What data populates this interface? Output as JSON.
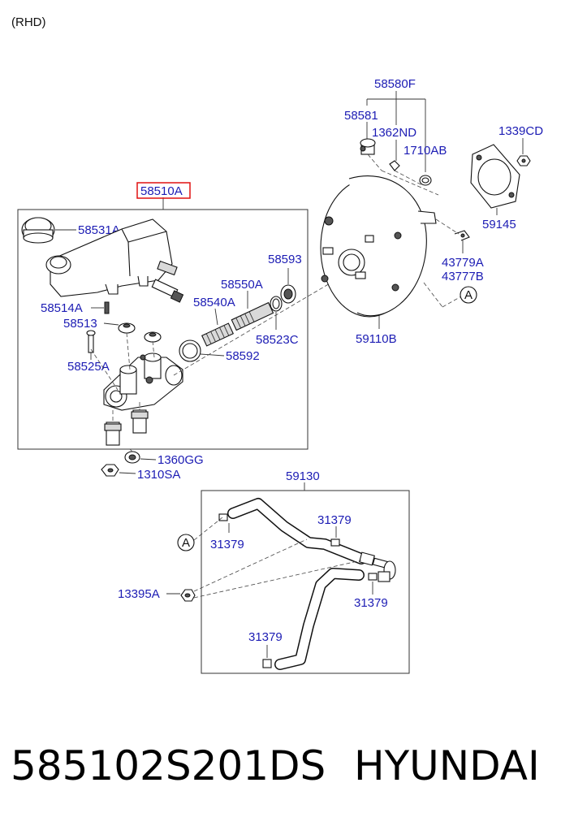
{
  "diagram": {
    "variant_note": "(RHD)",
    "callouts": {
      "assembly": "58510A",
      "reservoir_cap": "58531A",
      "spring_pin": "58514A",
      "grommet": "58513",
      "bolt": "58525A",
      "seal_outer": "58593",
      "piston_primary": "58550A",
      "piston_secondary": "58540A",
      "seal_inner": "58523C",
      "o_ring": "58592",
      "washer_nut": "1360GG",
      "nut_lower": "1310SA",
      "check_valve_group": "58580F",
      "check_valve": "58581",
      "clip": "1362ND",
      "grommet_valve": "1710AB",
      "nut_upper": "1339CD",
      "gasket": "59145",
      "clevis_pin_a": "43779A",
      "clevis_pin_b": "43777B",
      "booster": "59110B",
      "hose_assy": "59130",
      "hose_clamp_upper_right": "31379",
      "hose_clamp_left": "31379",
      "hose_clamp_right": "31379",
      "hose_clamp_bottom": "31379",
      "bracket_nut": "13395A",
      "ref_mark_top": "A",
      "ref_mark_bottom": "A"
    }
  },
  "caption": {
    "part_number": "585102S201DS",
    "brand": "HYUNDAI"
  },
  "colors": {
    "callout_text": "#1c1cb4",
    "highlight_box": "#e01010"
  }
}
